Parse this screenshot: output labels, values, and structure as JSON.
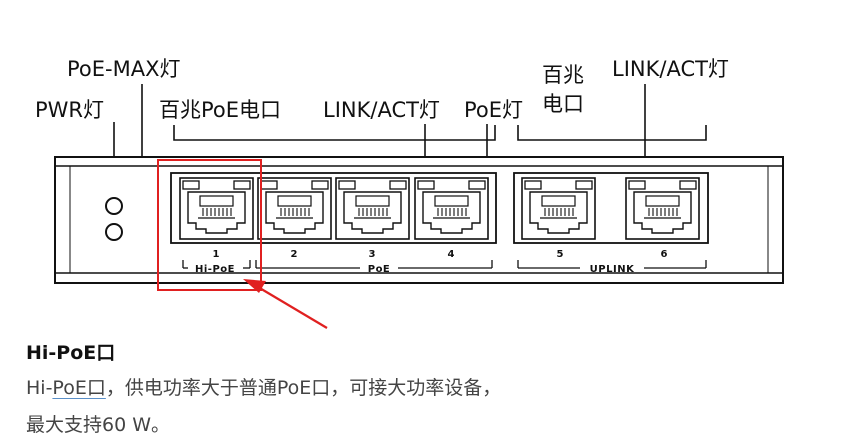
{
  "labels": {
    "poe_max": "PoE-MAX灯",
    "pwr": "PWR灯",
    "fe_poe_ports": "百兆PoE电口",
    "link_act_1": "LINK/ACT灯",
    "poe_led": "PoE灯",
    "fe_ports_line1": "百兆",
    "fe_ports_line2": "电口",
    "link_act_2": "LINK/ACT灯"
  },
  "panel": {
    "ports": [
      {
        "number": "1"
      },
      {
        "number": "2"
      },
      {
        "number": "3"
      },
      {
        "number": "4"
      },
      {
        "number": "5"
      },
      {
        "number": "6"
      }
    ],
    "group_hipoe": "Hi-PoE",
    "group_poe": "PoE",
    "group_uplink": "UPLINK"
  },
  "highlight_color": "#e02020",
  "description": {
    "title": "Hi-PoE口",
    "line1_prefix": "Hi-",
    "line1_underlined": "PoE口",
    "line1_rest": "，供电功率大于普通PoE口，可接大功率设备，",
    "line2": "最大支持60 W。"
  }
}
